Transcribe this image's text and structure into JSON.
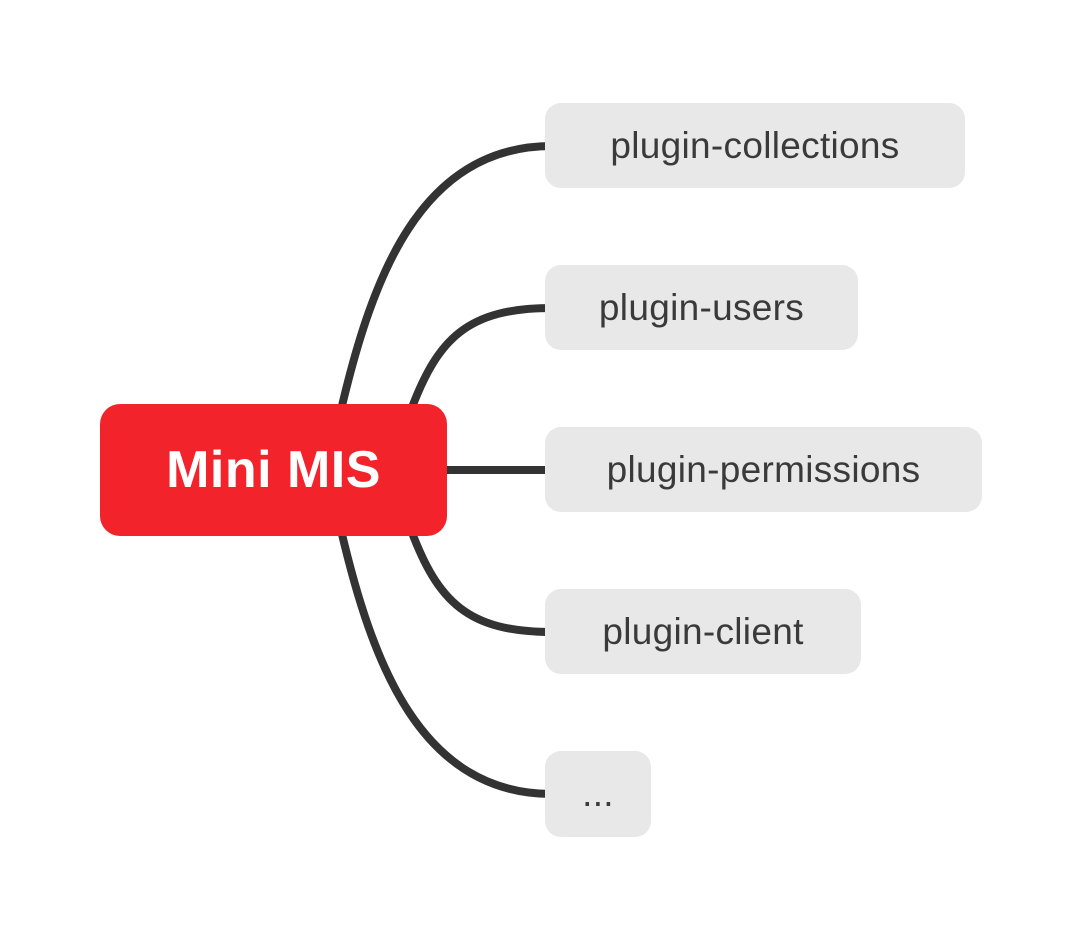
{
  "mindmap": {
    "root": {
      "label": "Mini MIS",
      "color": "#F2232B",
      "text_color": "#FFFFFF"
    },
    "branches": [
      {
        "label": "plugin-collections"
      },
      {
        "label": "plugin-users"
      },
      {
        "label": "plugin-permissions"
      },
      {
        "label": "plugin-client"
      },
      {
        "label": "..."
      }
    ],
    "style": {
      "background_color": "#FFFFFF",
      "branch_bg_color": "#E8E8E8",
      "branch_text_color": "#3A3A3A",
      "connector_color": "#333333"
    }
  }
}
